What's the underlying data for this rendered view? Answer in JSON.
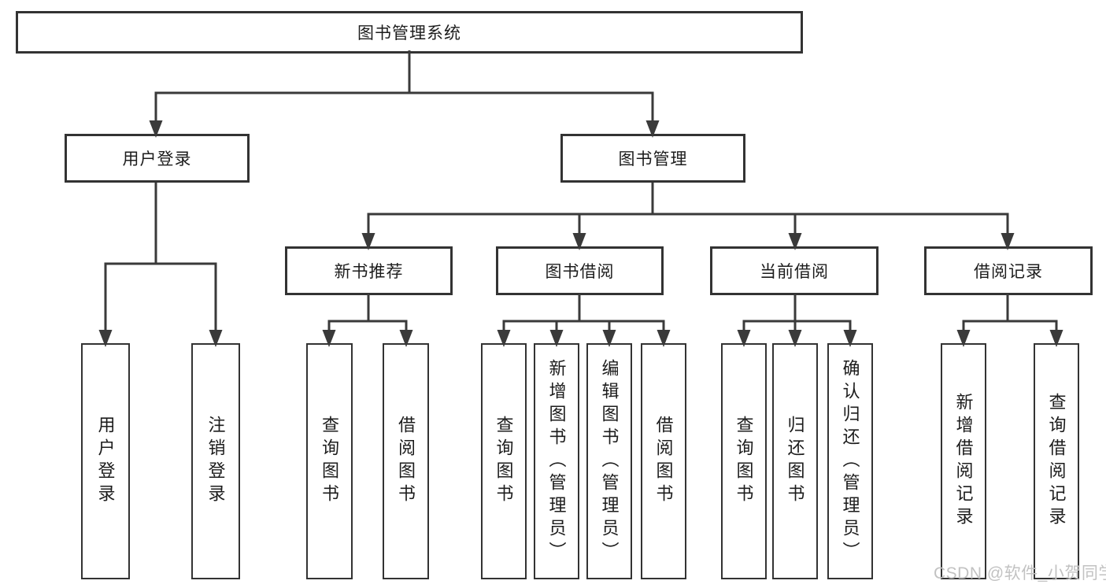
{
  "tree": {
    "root": {
      "label": "图书管理系统"
    },
    "branches": {
      "user_login": {
        "label": "用户登录",
        "children": {
          "login": {
            "label": "用户登录"
          },
          "logout": {
            "label": "注销登录"
          }
        }
      },
      "book_management": {
        "label": "图书管理",
        "children": {
          "new_books": {
            "label": "新书推荐",
            "children": {
              "query": {
                "label": "查询图书"
              },
              "borrow": {
                "label": "借阅图书"
              }
            }
          },
          "book_borrow": {
            "label": "图书借阅",
            "children": {
              "query": {
                "label": "查询图书"
              },
              "add": {
                "label": "新增图书（管理员）"
              },
              "edit": {
                "label": "编辑图书（管理员）"
              },
              "borrow": {
                "label": "借阅图书"
              }
            }
          },
          "current_borrow": {
            "label": "当前借阅",
            "children": {
              "query": {
                "label": "查询图书"
              },
              "return": {
                "label": "归还图书"
              },
              "confirm": {
                "label": "确认归还（管理员）"
              }
            }
          },
          "borrow_records": {
            "label": "借阅记录",
            "children": {
              "add": {
                "label": "新增借阅记录"
              },
              "query": {
                "label": "查询借阅记录"
              }
            }
          }
        }
      }
    }
  },
  "watermark": {
    "text": "CSDN @软件_小贺同学"
  },
  "colors": {
    "background": "#ffffff",
    "border": "#333333",
    "line": "#3a3a3a",
    "text": "#1c1c1c",
    "watermark": "#c2c2c2"
  }
}
